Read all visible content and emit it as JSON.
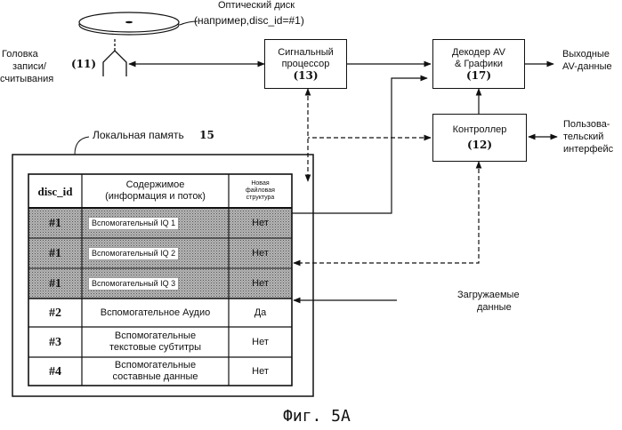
{
  "disc": {
    "label": "Оптический диск",
    "example": "(например,disc_id=#1)"
  },
  "head": {
    "label_line1": "Головка",
    "label_line2": "записи/",
    "label_line3": "считывания",
    "number": "(11)"
  },
  "signal_processor": {
    "line1": "Сигнальный",
    "line2": "процессор",
    "number": "(13)"
  },
  "decoder": {
    "line1": "Декодер AV",
    "line2": "& Графики",
    "number": "(17)"
  },
  "controller": {
    "line1": "Контроллер",
    "number": "(12)"
  },
  "output": {
    "line1": "Выходные",
    "line2": "AV-данные"
  },
  "user_interface": {
    "line1": "Пользова-",
    "line2": "тельский",
    "line3": "интерфейс"
  },
  "local_memory": {
    "label": "Локальная память",
    "number": "15"
  },
  "downloaded": {
    "line1": "Загружаемые",
    "line2": "данные"
  },
  "table": {
    "headers": {
      "disc_id": "disc_id",
      "content_line1": "Содержимое",
      "content_line2": "(информация и поток)",
      "nfs_line1": "Новая",
      "nfs_line2": "файловая",
      "nfs_line3": "структура"
    },
    "rows": [
      {
        "id": "#1",
        "content_line1": "Вспомогательный IQ 1",
        "content_line2": "",
        "nfs": "Нет",
        "shaded": true
      },
      {
        "id": "#1",
        "content_line1": "Вспомогательный IQ 2",
        "content_line2": "",
        "nfs": "Нет",
        "shaded": true
      },
      {
        "id": "#1",
        "content_line1": "Вспомогательный IQ 3",
        "content_line2": "",
        "nfs": "Нет",
        "shaded": true
      },
      {
        "id": "#2",
        "content_line1": "Вспомогательное Аудио",
        "content_line2": "",
        "nfs": "Да",
        "shaded": false
      },
      {
        "id": "#3",
        "content_line1": "Вспомогательные",
        "content_line2": "текстовые субтитры",
        "nfs": "Нет",
        "shaded": false
      },
      {
        "id": "#4",
        "content_line1": "Вспомогательные",
        "content_line2": "составные данные",
        "nfs": "Нет",
        "shaded": false
      }
    ]
  },
  "caption": "Фиг. 5А",
  "colors": {
    "stroke": "#111111",
    "shade": "#9a9a9a"
  }
}
